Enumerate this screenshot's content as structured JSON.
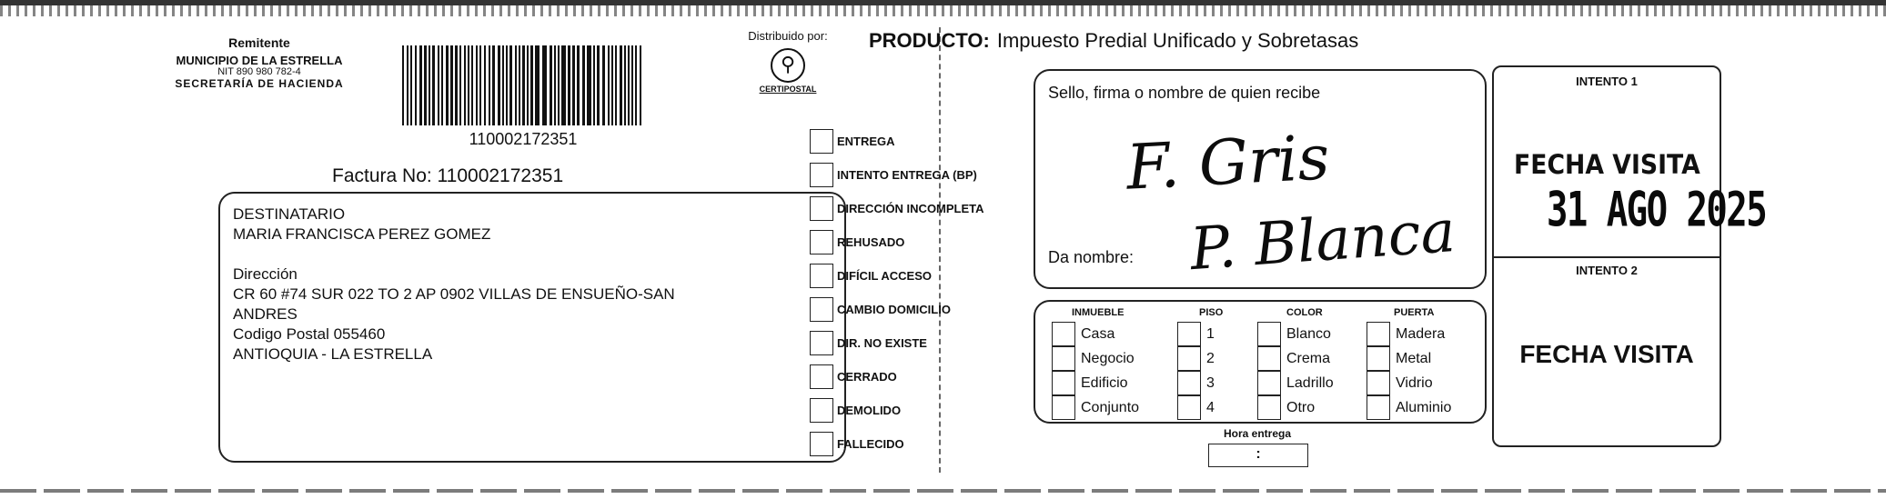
{
  "sender": {
    "label": "Remitente",
    "line1": "MUNICIPIO DE LA ESTRELLA",
    "line2": "NIT 890 980 782-4",
    "line3": "SECRETARÍA DE HACIENDA"
  },
  "barcode": {
    "number": "110002172351"
  },
  "distributor": {
    "label": "Distribuido por:",
    "logo_text": "CERTIPOSTAL",
    "logo_icon": "certipostal-logo-icon"
  },
  "product": {
    "label": "PRODUCTO:",
    "value": "Impuesto Predial Unificado y Sobretasas"
  },
  "invoice": {
    "text": "Factura No: 110002172351"
  },
  "recipient": {
    "label": "DESTINATARIO",
    "name": "MARIA FRANCISCA PEREZ GOMEZ",
    "address_label": "Dirección",
    "address": "CR 60 #74 SUR 022 TO 2 AP 0902 VILLAS DE ENSUEÑO-SAN ANDRES",
    "postal": "Codigo Postal  055460",
    "region": "ANTIOQUIA - LA ESTRELLA"
  },
  "status_options": [
    "ENTREGA",
    "INTENTO ENTREGA (BP)",
    "DIRECCIÓN INCOMPLETA",
    "REHUSADO",
    "DIFÍCIL ACCESO",
    "CAMBIO DOMICILIO",
    "DIR. NO EXISTE",
    "CERRADO",
    "DEMOLIDO",
    "FALLECIDO"
  ],
  "receipt": {
    "title": "Sello, firma o nombre de quien recibe",
    "name_label": "Da nombre:",
    "handwriting_1": "F. Gris",
    "handwriting_2": "P. Blanca"
  },
  "attributes": {
    "inmueble": {
      "header": "INMUEBLE",
      "options": [
        "Casa",
        "Negocio",
        "Edificio",
        "Conjunto"
      ]
    },
    "piso": {
      "header": "PISO",
      "options": [
        "1",
        "2",
        "3",
        "4"
      ]
    },
    "color": {
      "header": "COLOR",
      "options": [
        "Blanco",
        "Crema",
        "Ladrillo",
        "Otro"
      ]
    },
    "puerta": {
      "header": "PUERTA",
      "options": [
        "Madera",
        "Metal",
        "Vidrio",
        "Aluminio"
      ]
    }
  },
  "delivery_time": {
    "label": "Hora entrega",
    "value": ":"
  },
  "attempts": {
    "first": {
      "title": "INTENTO 1",
      "label": "FECHA VISITA",
      "stamp": "31 AGO 2025"
    },
    "second": {
      "title": "INTENTO 2",
      "label": "FECHA VISITA"
    }
  }
}
